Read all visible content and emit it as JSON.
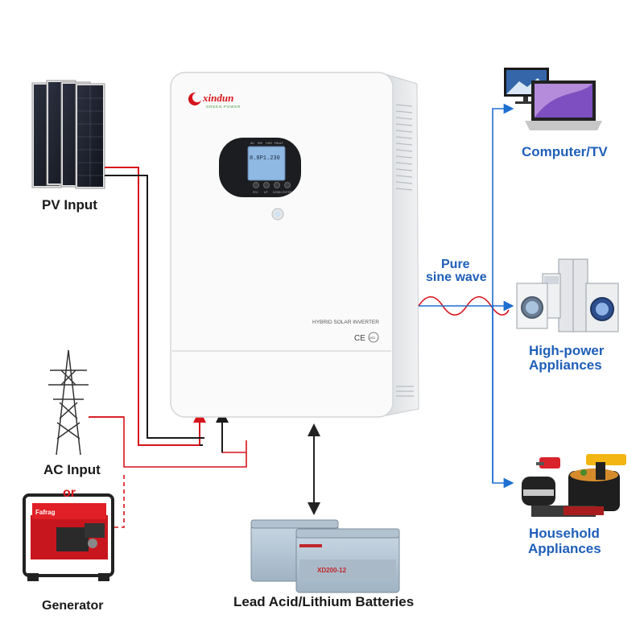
{
  "brand": {
    "name": "xindun",
    "tagline": "GREEN POWER"
  },
  "inverter": {
    "model_label": "HYBRID SOLAR INVERTER",
    "lcd_value": "8.8P1.230",
    "indicator_labels": [
      "AC",
      "INV",
      "CHG",
      "FAULT"
    ],
    "button_labels": [
      "ESC",
      "UP",
      "DOWN",
      "ENTER"
    ],
    "marks": [
      "CE",
      "ISO"
    ]
  },
  "labels": {
    "pv_input": "PV Input",
    "ac_input": "AC Input",
    "or": "or",
    "generator": "Generator",
    "batteries": "Lead Acid/Lithium Batteries",
    "pure": "Pure",
    "sine_wave": "sine wave",
    "computer_tv": "Computer/TV",
    "high_power_1": "High-power",
    "high_power_2": "Appliances",
    "household_1": "Household",
    "household_2": "Appliances"
  },
  "generator_brand": "Fafrag",
  "battery_label": "XD200-12",
  "colors": {
    "wire_red": "#d6141b",
    "wire_black": "#1a1a1a",
    "arrow_blue": "#1f6fd0",
    "label_blue": "#1f5fb8"
  }
}
